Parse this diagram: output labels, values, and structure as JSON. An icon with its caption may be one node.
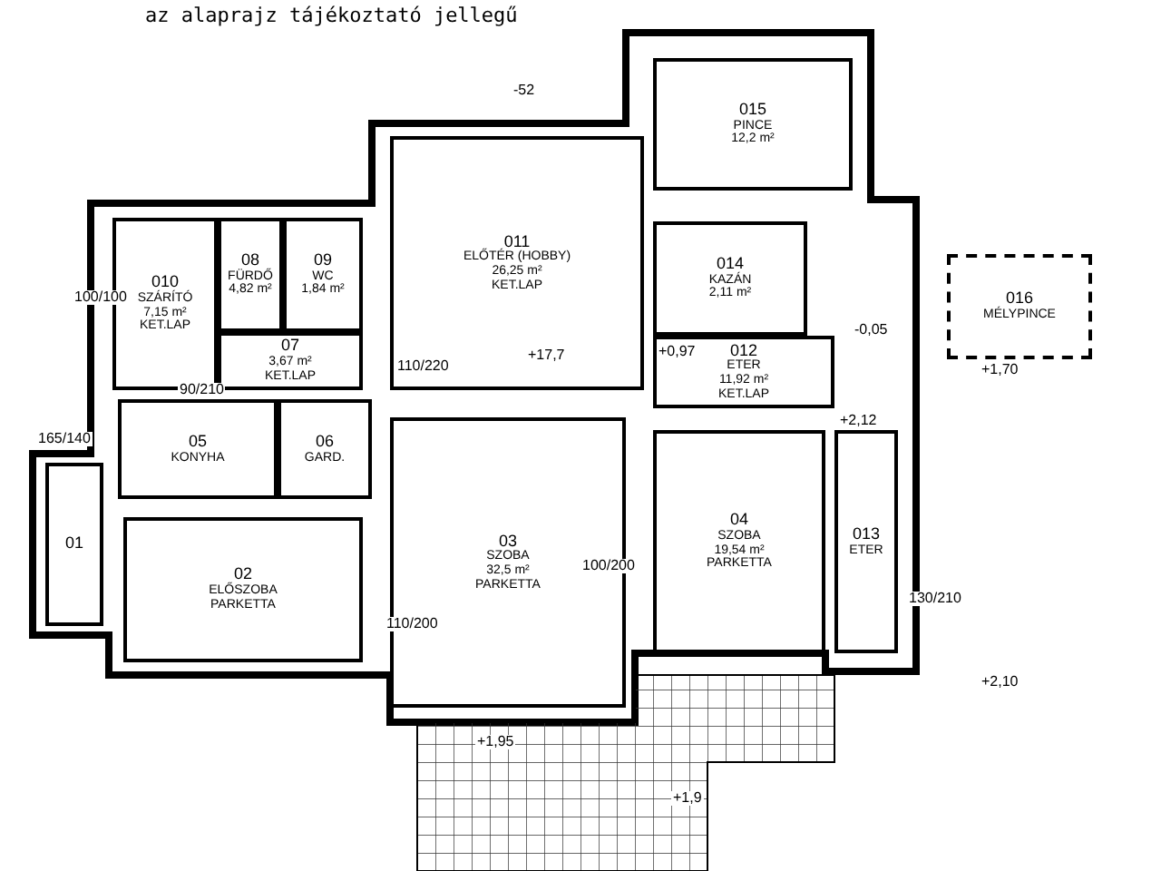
{
  "diagram": {
    "title": "az alaprajz tájékoztató jellegű",
    "nodes": [
      {
        "text": [
          "010",
          "SZÁRÍTÓ",
          "7,15 m²",
          "KET.LAP"
        ]
      },
      {
        "text": [
          "08",
          "FÜRDŐ",
          "4,82 m²"
        ]
      },
      {
        "text": [
          "09",
          "WC",
          "1,84 m²"
        ]
      },
      {
        "text": [
          "07",
          "3,67 m²",
          "KET.LAP"
        ]
      },
      {
        "text": [
          "011",
          "ELŐTÉR (HOBBY)",
          "26,25 m²",
          "KET.LAP"
        ]
      },
      {
        "text": [
          "015",
          "PINCE",
          "12,2 m²"
        ]
      },
      {
        "text": [
          "014",
          "KAZÁN",
          "2,11 m²"
        ]
      },
      {
        "text": [
          "012",
          "ETER",
          "11,92 m²",
          "KET.LAP"
        ]
      },
      {
        "text": [
          "016",
          "MÉLYPINCE"
        ]
      },
      {
        "text": [
          "05",
          "KONYHA"
        ]
      },
      {
        "text": [
          "06",
          "GARD."
        ]
      },
      {
        "text": [
          "01"
        ]
      },
      {
        "text": [
          "02",
          "ELŐSZOBA",
          "PARKETTA"
        ]
      },
      {
        "text": [
          "03",
          "SZOBA",
          "32,5 m²",
          "PARKETTA"
        ]
      },
      {
        "text": [
          "04",
          "SZOBA",
          "19,54 m²",
          "PARKETTA"
        ]
      },
      {
        "text": [
          "013",
          "ETER"
        ]
      }
    ],
    "labels": [
      "-52",
      "100/100",
      "110/220",
      "90/210",
      "+17,7",
      "+0,97",
      "-0,05",
      "+1,70",
      "165/140",
      "110/200",
      "100/200",
      "+2,12",
      "130/210",
      "+2,10",
      "+1,95",
      "+1,9"
    ]
  }
}
